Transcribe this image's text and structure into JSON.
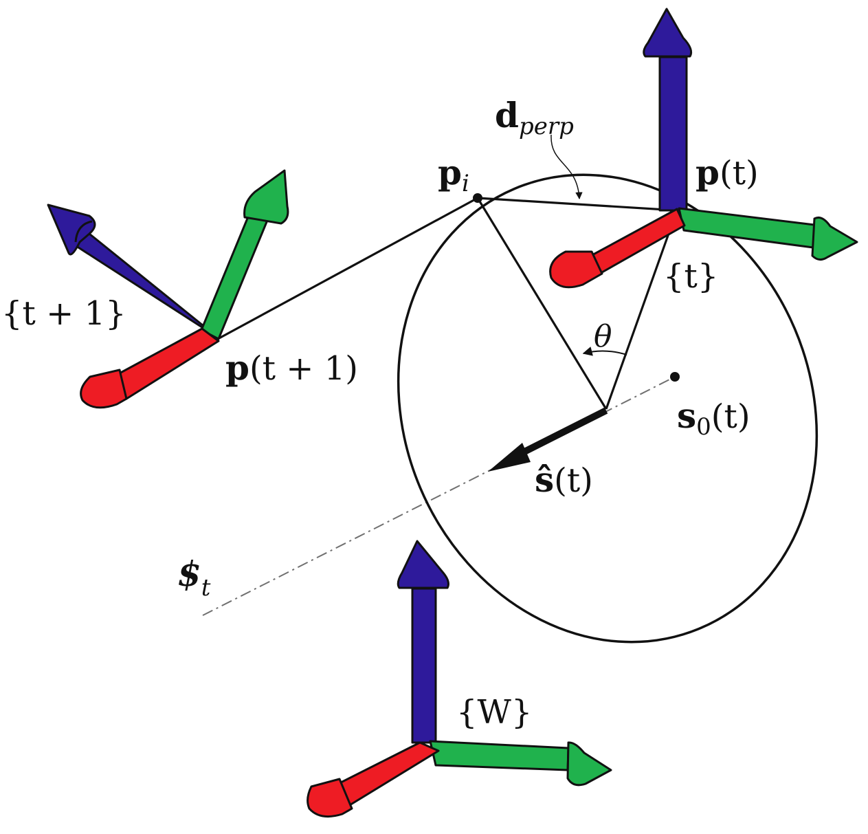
{
  "colors": {
    "x_axis": "#ee1c24",
    "y_axis": "#20b24d",
    "z_axis": "#2e1a9b",
    "line": "#111111",
    "axis_line": "#707070"
  },
  "labels": {
    "d_perp_main": "d",
    "d_perp_sub": "perp",
    "p_i_main": "p",
    "p_i_sub": "i",
    "p_t_main": "p",
    "p_t_args": "(t)",
    "frame_t": "{t}",
    "frame_t1": "{t + 1}",
    "p_t1_main": "p",
    "p_t1_args": "(t + 1)",
    "theta": "θ",
    "s0_main": "s",
    "s0_sub": "0",
    "s0_args": "(t)",
    "shat_main": "ŝ",
    "shat_args": "(t)",
    "screw_main": "$",
    "screw_sub": "t",
    "frame_w": "{W}"
  }
}
